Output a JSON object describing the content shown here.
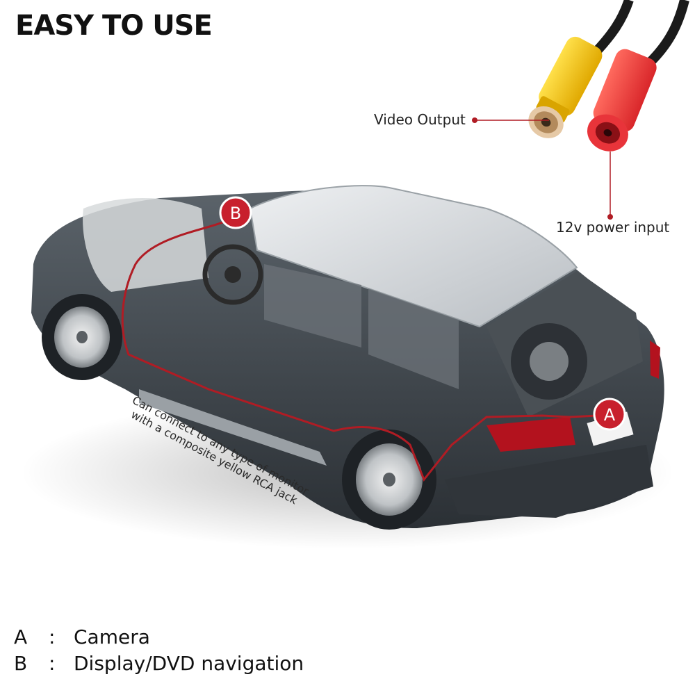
{
  "title": "EASY TO USE",
  "callouts": {
    "video_output": "Video Output",
    "power_input": "12v power input"
  },
  "markers": {
    "a": "A",
    "b": "B"
  },
  "note": {
    "line1": "Can connect to any type of monitor",
    "line2": "with a composite yellow RCA jack"
  },
  "legend": [
    {
      "key": "A",
      "sep": ":",
      "label": "Camera"
    },
    {
      "key": "B",
      "sep": ":",
      "label": "Display/DVD navigation"
    }
  ],
  "colors": {
    "marker_red": "#c8202d",
    "rca_yellow": "#f4c400",
    "rca_red": "#f0403a",
    "car_body": "#3f464c",
    "car_roof": "#c9cdd1"
  },
  "icons": [
    "rca-yellow-plug-icon",
    "rca-red-plug-icon",
    "car-cutaway-illustration"
  ]
}
